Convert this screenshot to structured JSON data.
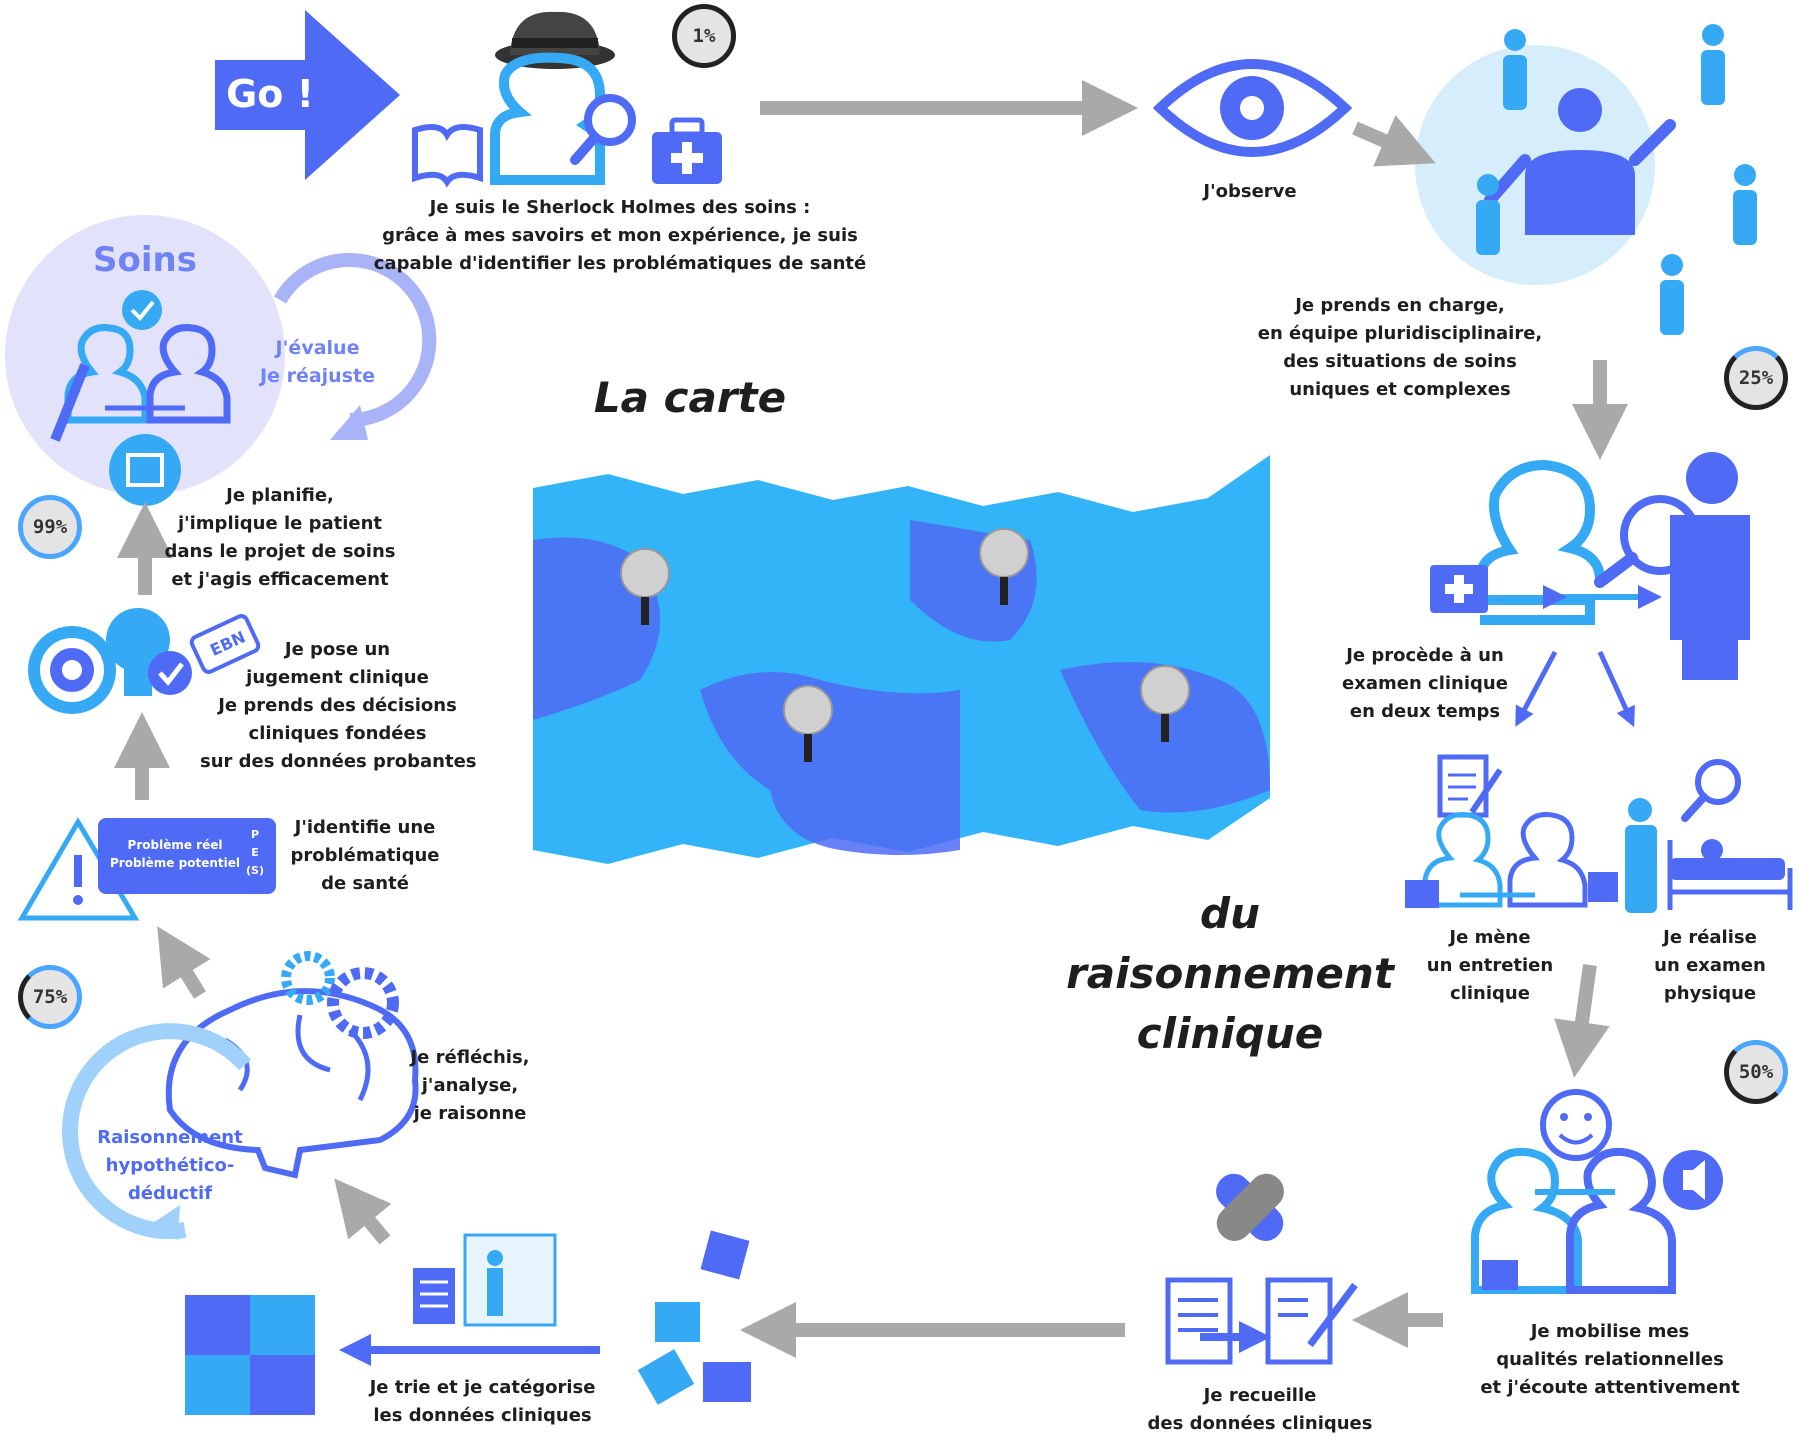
{
  "title": {
    "line1": "La carte",
    "line2": "du",
    "line3": "raisonnement",
    "line4": "clinique"
  },
  "start": {
    "go": "Go !"
  },
  "progress": {
    "p1": "1%",
    "p25": "25%",
    "p50": "50%",
    "p75": "75%",
    "p99": "99%"
  },
  "steps": {
    "sherlock": [
      "Je suis le Sherlock Holmes des soins :",
      "grâce à mes savoirs et mon expérience,  je suis",
      "capable d'identifier les problématiques de santé"
    ],
    "observe": [
      "J'observe"
    ],
    "charge": [
      "Je prends en charge,",
      "en équipe pluridisciplinaire,",
      "des situations de soins",
      "uniques et complexes"
    ],
    "examen": [
      "Je procède à un",
      "examen clinique",
      "en deux temps"
    ],
    "entretien": [
      "Je mène",
      "un entretien",
      "clinique"
    ],
    "physique": [
      "Je réalise",
      "un examen",
      "physique"
    ],
    "relation": [
      "Je mobilise mes",
      "qualités relationnelles",
      "et  j'écoute  attentivement"
    ],
    "recueil": [
      "Je recueille",
      "des données cliniques"
    ],
    "trie": [
      "Je trie et je catégorise",
      "les données cliniques"
    ],
    "reflechis": [
      "Je réfléchis,",
      "j'analyse,",
      "je raisonne"
    ],
    "identifie": [
      "J'identifie une",
      "problématique",
      "de santé"
    ],
    "jugement": [
      "Je pose un",
      "jugement clinique",
      "Je prends des  décisions",
      "cliniques fondées",
      "sur des données probantes"
    ],
    "planifie": [
      "Je planifie,",
      "j'implique  le patient",
      "dans  le projet de soins",
      "et  j'agis efficacement"
    ]
  },
  "labels": {
    "soins": "Soins",
    "evalue": [
      "J'évalue",
      "Je réajuste"
    ],
    "hypothetico": [
      "Raisonnement",
      "hypothético-",
      "déductif"
    ],
    "probleme": [
      "Problème réel",
      "Problème potentiel"
    ],
    "pes": [
      "P",
      "E",
      "(S)"
    ],
    "ebn": "EBN"
  },
  "colors": {
    "blue": "#4f6bf5",
    "light_blue": "#36a9f5",
    "sky": "#d6eefc",
    "grey_arrow": "#a9a9a9",
    "map_blue": "#33b4f8"
  }
}
